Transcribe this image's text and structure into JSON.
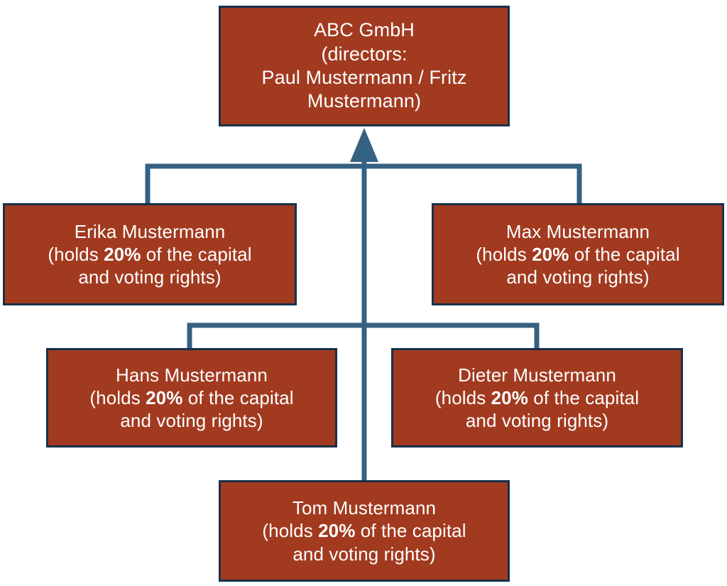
{
  "diagram": {
    "type": "shareholder-structure-chart",
    "colors": {
      "box_fill": "#a23a20",
      "box_border": "#16314a",
      "connector": "#356183",
      "text": "#ffffff",
      "background": "#ffffff"
    },
    "nodes": [
      {
        "id": "root",
        "role": "company",
        "lines": [
          "ABC GmbH",
          "(directors:",
          "Paul Mustermann / Fritz",
          "Mustermann)"
        ],
        "name": "ABC GmbH",
        "directors": "Paul Mustermann / Fritz Mustermann"
      },
      {
        "id": "erika",
        "role": "shareholder",
        "name": "Erika Mustermann",
        "stake_prefix": "(holds ",
        "stake": "20%",
        "stake_suffix": " of the capital",
        "stake_line2": "and voting rights)"
      },
      {
        "id": "max",
        "role": "shareholder",
        "name": "Max Mustermann",
        "stake_prefix": "(holds ",
        "stake": "20%",
        "stake_suffix": " of the capital",
        "stake_line2": "and voting rights)"
      },
      {
        "id": "hans",
        "role": "shareholder",
        "name": "Hans Mustermann",
        "stake_prefix": "(holds ",
        "stake": "20%",
        "stake_suffix": " of the capital",
        "stake_line2": "and voting rights)"
      },
      {
        "id": "dieter",
        "role": "shareholder",
        "name": "Dieter Mustermann",
        "stake_prefix": "(holds ",
        "stake": "20%",
        "stake_suffix": " of the capital",
        "stake_line2": "and voting rights)"
      },
      {
        "id": "tom",
        "role": "shareholder",
        "name": "Tom Mustermann",
        "stake_prefix": "(holds ",
        "stake": "20%",
        "stake_suffix": " of the capital",
        "stake_line2": "and voting rights)"
      }
    ],
    "edges": [
      {
        "from": "erika",
        "to": "root",
        "arrow": true
      },
      {
        "from": "max",
        "to": "root",
        "arrow": true
      },
      {
        "from": "hans",
        "to": "root",
        "arrow": true
      },
      {
        "from": "dieter",
        "to": "root",
        "arrow": true
      },
      {
        "from": "tom",
        "to": "root",
        "arrow": true
      }
    ]
  }
}
